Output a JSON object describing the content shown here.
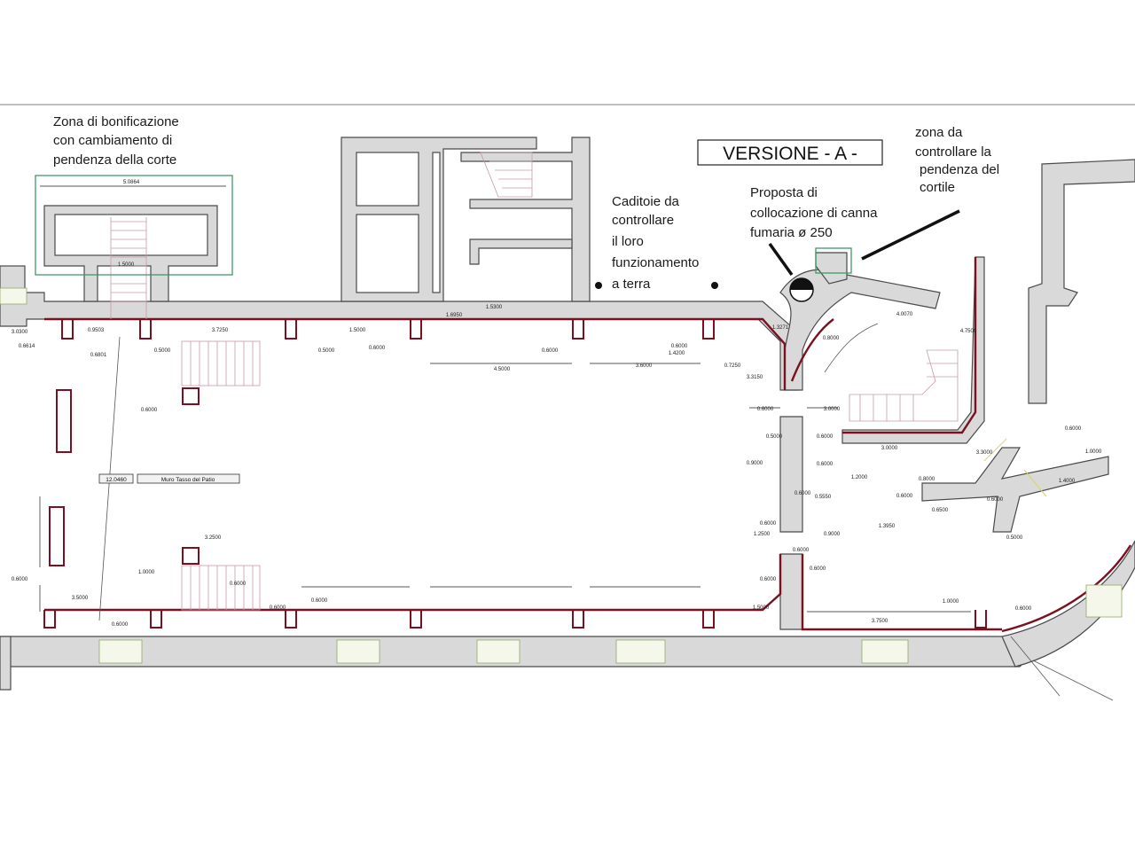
{
  "title": "VERSIONE - A -",
  "notes": {
    "bonifica": [
      "Zona di bonificazione",
      "con cambiamento di",
      "pendenza della corte"
    ],
    "caditoie": [
      "Caditoie da",
      "controllare",
      "il loro",
      "funzionamento",
      "a terra"
    ],
    "canna": [
      "Proposta di",
      "collocazione di canna",
      "fumaria ø 250"
    ],
    "pendenza": [
      "zona da",
      "controllare la",
      "pendenza del",
      "cortile"
    ]
  },
  "tag": {
    "code": "12.0460",
    "label": "Muro Tasso del Patio"
  },
  "dimensions": [
    "5.0864",
    "1.5000",
    "3.0300",
    "0.6614",
    "0.9503",
    "0.6801",
    "0.5000",
    "0.6000",
    "3.7250",
    "1.5000",
    "0.5000",
    "0.6000",
    "1.6950",
    "1.5300",
    "4.5000",
    "3.6000",
    "0.6000",
    "0.6000",
    "1.4200",
    "0.7250",
    "1.3271",
    "3.3150",
    "0.8000",
    "4.0070",
    "0.6000",
    "3.0000",
    "0.5000",
    "0.6000",
    "0.9000",
    "0.6000",
    "3.0000",
    "1.2000",
    "0.6000",
    "0.8000",
    "3.3000",
    "1.4000",
    "0.6000",
    "0.6000",
    "0.5550",
    "1.3950",
    "0.6000",
    "1.2500",
    "0.9000",
    "0.6000",
    "0.6000",
    "1.5000",
    "0.6000",
    "3.7500",
    "1.0000",
    "0.6000",
    "0.6000",
    "0.5000",
    "0.6500",
    "1.0000",
    "4.7500",
    "0.6000",
    "3.5000",
    "0.6000",
    "3.2500",
    "1.0000",
    "0.6000",
    "0.6000",
    "0.6000"
  ],
  "colors": {
    "wall_fill": "#d9d9d9",
    "section_line": "#7a1020",
    "stair": "#c79aa8",
    "highlight": "#3f9a62"
  }
}
